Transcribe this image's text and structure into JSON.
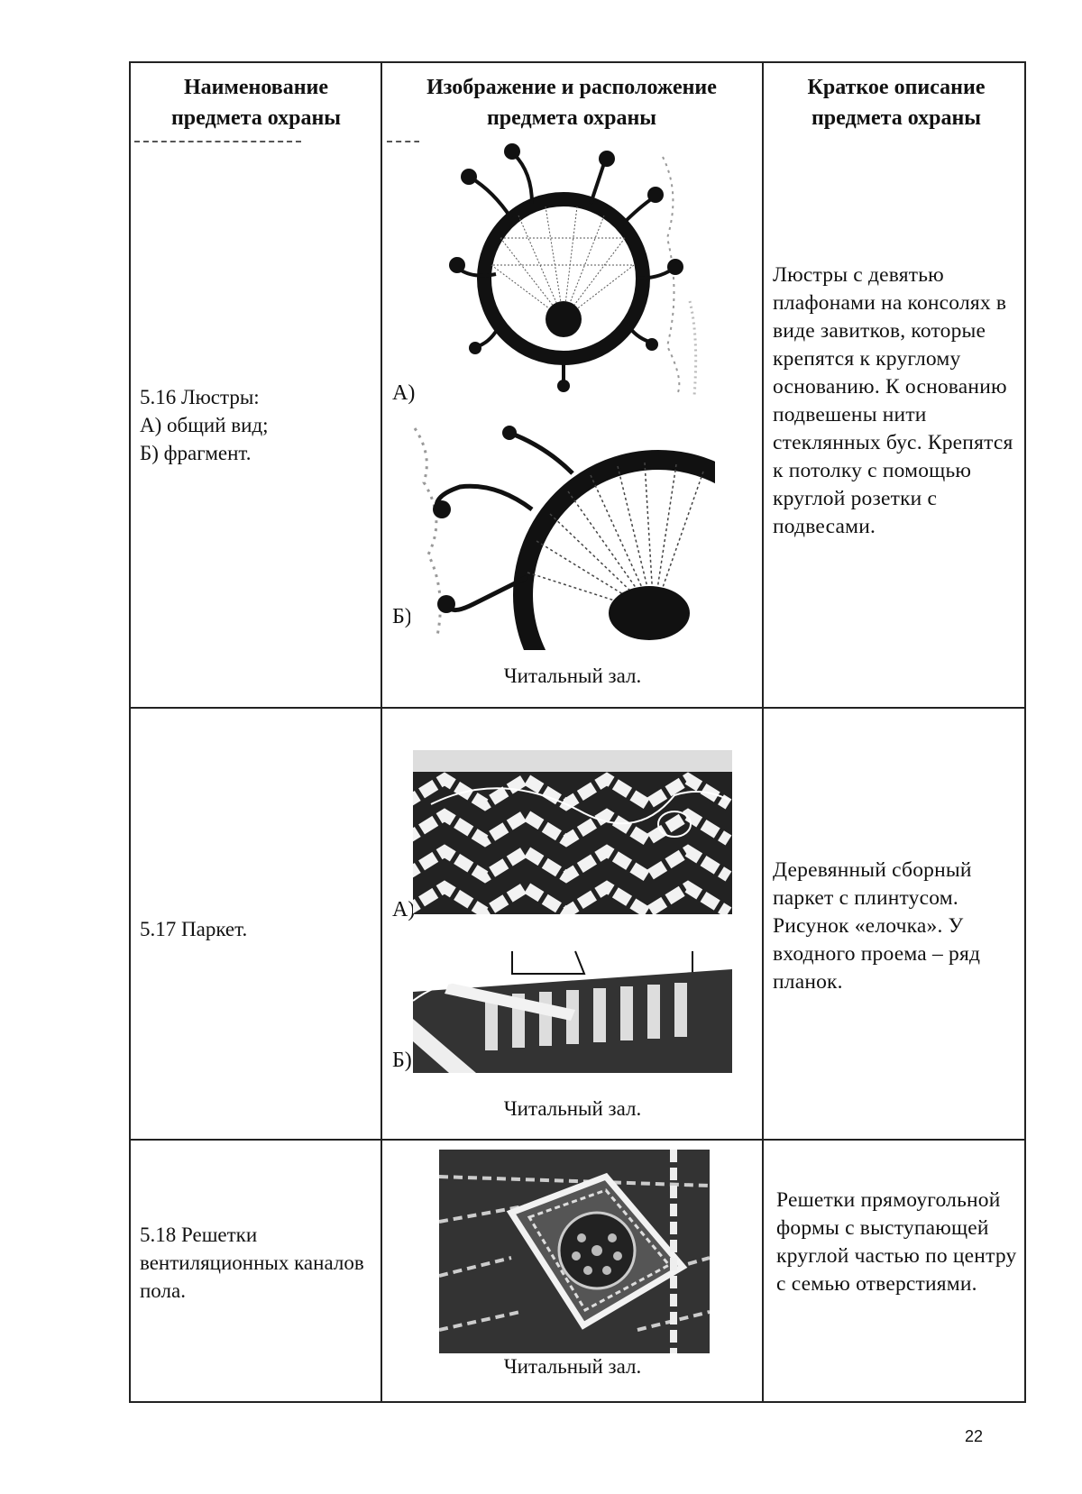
{
  "headers": {
    "name": "Наименование предмета охраны",
    "image": "Изображение и расположение предмета охраны",
    "description": "Краткое описание предмета охраны"
  },
  "rows": [
    {
      "name": "5.16  Люстры:\nА) общий вид;\nБ) фрагмент.",
      "label_a": "А)",
      "label_b": "Б)",
      "caption": "Читальный зал.",
      "description": "Люстры с девятью плафонами на консолях в виде завитков, которые крепятся к круглому основанию. К основанию подвешены нити стеклянных бус. Крепятся к потолку с помощью круглой розетки с подвесами."
    },
    {
      "name": "5.17  Паркет.",
      "label_a": "А)",
      "label_b": "Б)",
      "caption": "Читальный зал.",
      "description": "Деревянный сборный паркет с плинтусом. Рисунок «елочка». У входного проема – ряд планок."
    },
    {
      "name": "5.18  Решетки вентиляционных каналов пола.",
      "caption": "Читальный зал.",
      "description": "Решетки прямоугольной формы с выступающей круглой частью по центру с семью отверстиями."
    }
  ],
  "page_number": "22"
}
